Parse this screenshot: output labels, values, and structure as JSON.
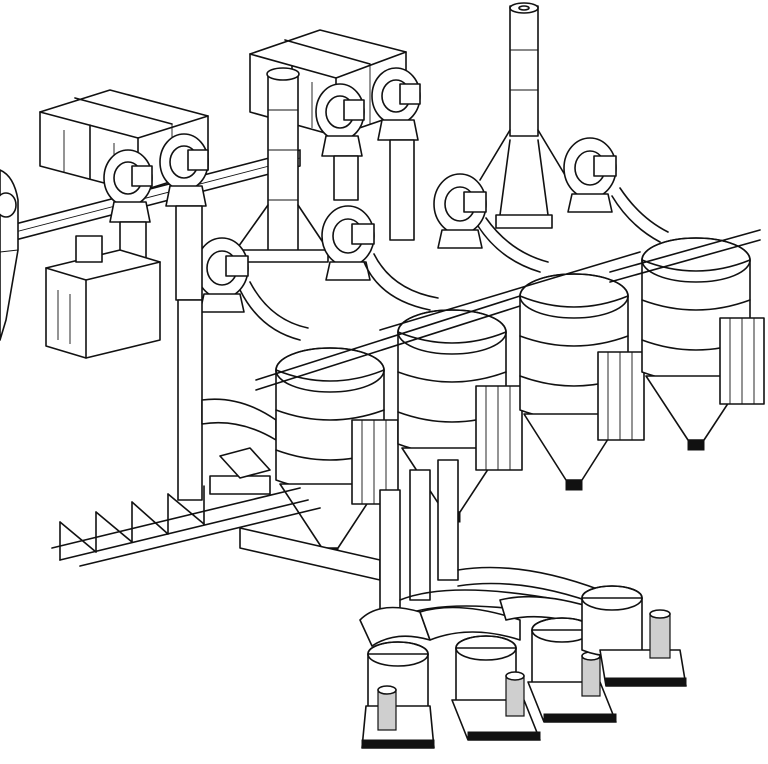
{
  "figure": {
    "kind": "isometric line drawing of an industrial dust-collection / milling installation"
  },
  "colors": {
    "line": "#111111",
    "background": "#ffffff",
    "shade": "#cfcfcf"
  },
  "components": {
    "filter_housing_count": 3,
    "fan_count": 8,
    "cyclone_count": 4,
    "stack_count": 3,
    "mill_count": 4,
    "support_frame_count": 1
  }
}
